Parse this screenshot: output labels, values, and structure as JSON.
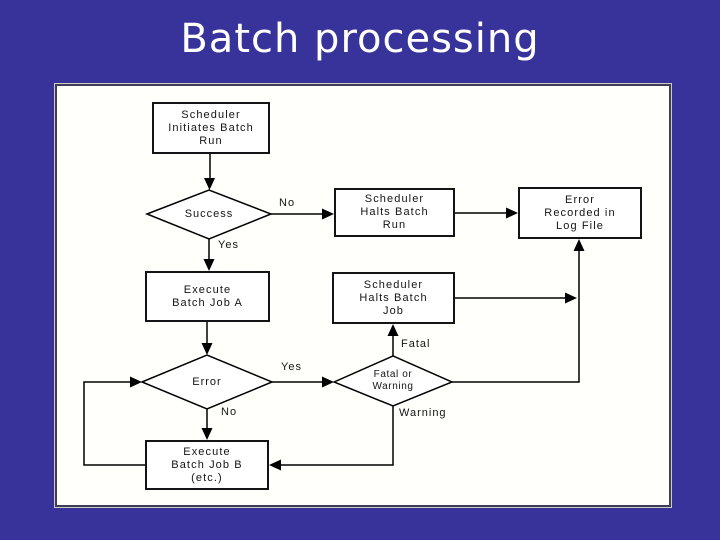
{
  "slide": {
    "title": "Batch processing",
    "background_color": "#37339b",
    "panel_background": "#ffffff",
    "line_color": "#000000"
  },
  "flowchart": {
    "nodes": [
      {
        "id": "start",
        "type": "process",
        "label": "Scheduler\nInitiates Batch\nRun"
      },
      {
        "id": "success",
        "type": "decision",
        "label": "Success"
      },
      {
        "id": "halt-run",
        "type": "process",
        "label": "Scheduler\nHalts Batch\nRun"
      },
      {
        "id": "log-file",
        "type": "process",
        "label": "Error\nRecorded in\nLog File"
      },
      {
        "id": "job-a",
        "type": "process",
        "label": "Execute\nBatch Job A"
      },
      {
        "id": "halt-job",
        "type": "process",
        "label": "Scheduler\nHalts Batch\nJob"
      },
      {
        "id": "error",
        "type": "decision",
        "label": "Error"
      },
      {
        "id": "fatal-warn",
        "type": "decision",
        "label": "Fatal or\nWarning"
      },
      {
        "id": "job-b",
        "type": "process",
        "label": "Execute\nBatch Job B\n(etc.)"
      }
    ],
    "edge_labels": {
      "success_no": "No",
      "success_yes": "Yes",
      "error_yes": "Yes",
      "error_no": "No",
      "fatal": "Fatal",
      "warning": "Warning"
    }
  }
}
